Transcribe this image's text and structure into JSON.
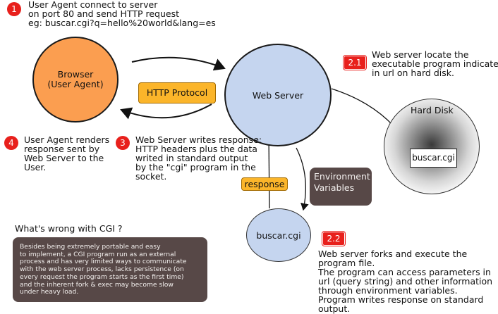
{
  "steps": {
    "step1": {
      "badge": "1",
      "text": "User Agent connect to server\non port 80 and send HTTP request\neg: buscar.cgi?q=hello%20world&lang=es"
    },
    "step21": {
      "badge": "2.1",
      "text": "Web server locate the\nexecutable program indicated\nin url on hard disk."
    },
    "step22": {
      "badge": "2.2",
      "text": "Web server forks and execute the\nprogram file.\nThe program can access parameters in\nurl (query string) and other information\nthrough environment variables.\nProgram writes response on standard\noutput."
    },
    "step3": {
      "badge": "3",
      "text": "Web Server writes response:\nHTTP headers plus the data\nwrited in standard output\nby the \"cgi\" program in the\nsocket."
    },
    "step4": {
      "badge": "4",
      "text": "User Agent renders\nresponse sent by\nWeb Server to the\nUser."
    }
  },
  "nodes": {
    "browser": "Browser\n(User Agent)",
    "web_server": "Web Server",
    "hard_disk": "Hard Disk",
    "hard_disk_file": "buscar.cgi",
    "script": "buscar.cgi"
  },
  "labels": {
    "http_protocol": "HTTP Protocol",
    "response": "response",
    "environment_variables": "Environment\nVariables"
  },
  "cgi_note": {
    "heading": "What's wrong with CGI ?",
    "body": "Besides being extremely portable and easy\nto implement, a CGI program run as an external\nprocess and has very limited ways to communicate\nwith the web server process, lacks persistence (on\nevery request the program starts as the first time)\nand the inherent fork & exec may become slow\nunder heavy load."
  },
  "colors": {
    "badge": "#e8201c",
    "browser": "#fb9e50",
    "server": "#c5d5ef",
    "pill": "#fbb52a",
    "dark_box": "#574847"
  }
}
